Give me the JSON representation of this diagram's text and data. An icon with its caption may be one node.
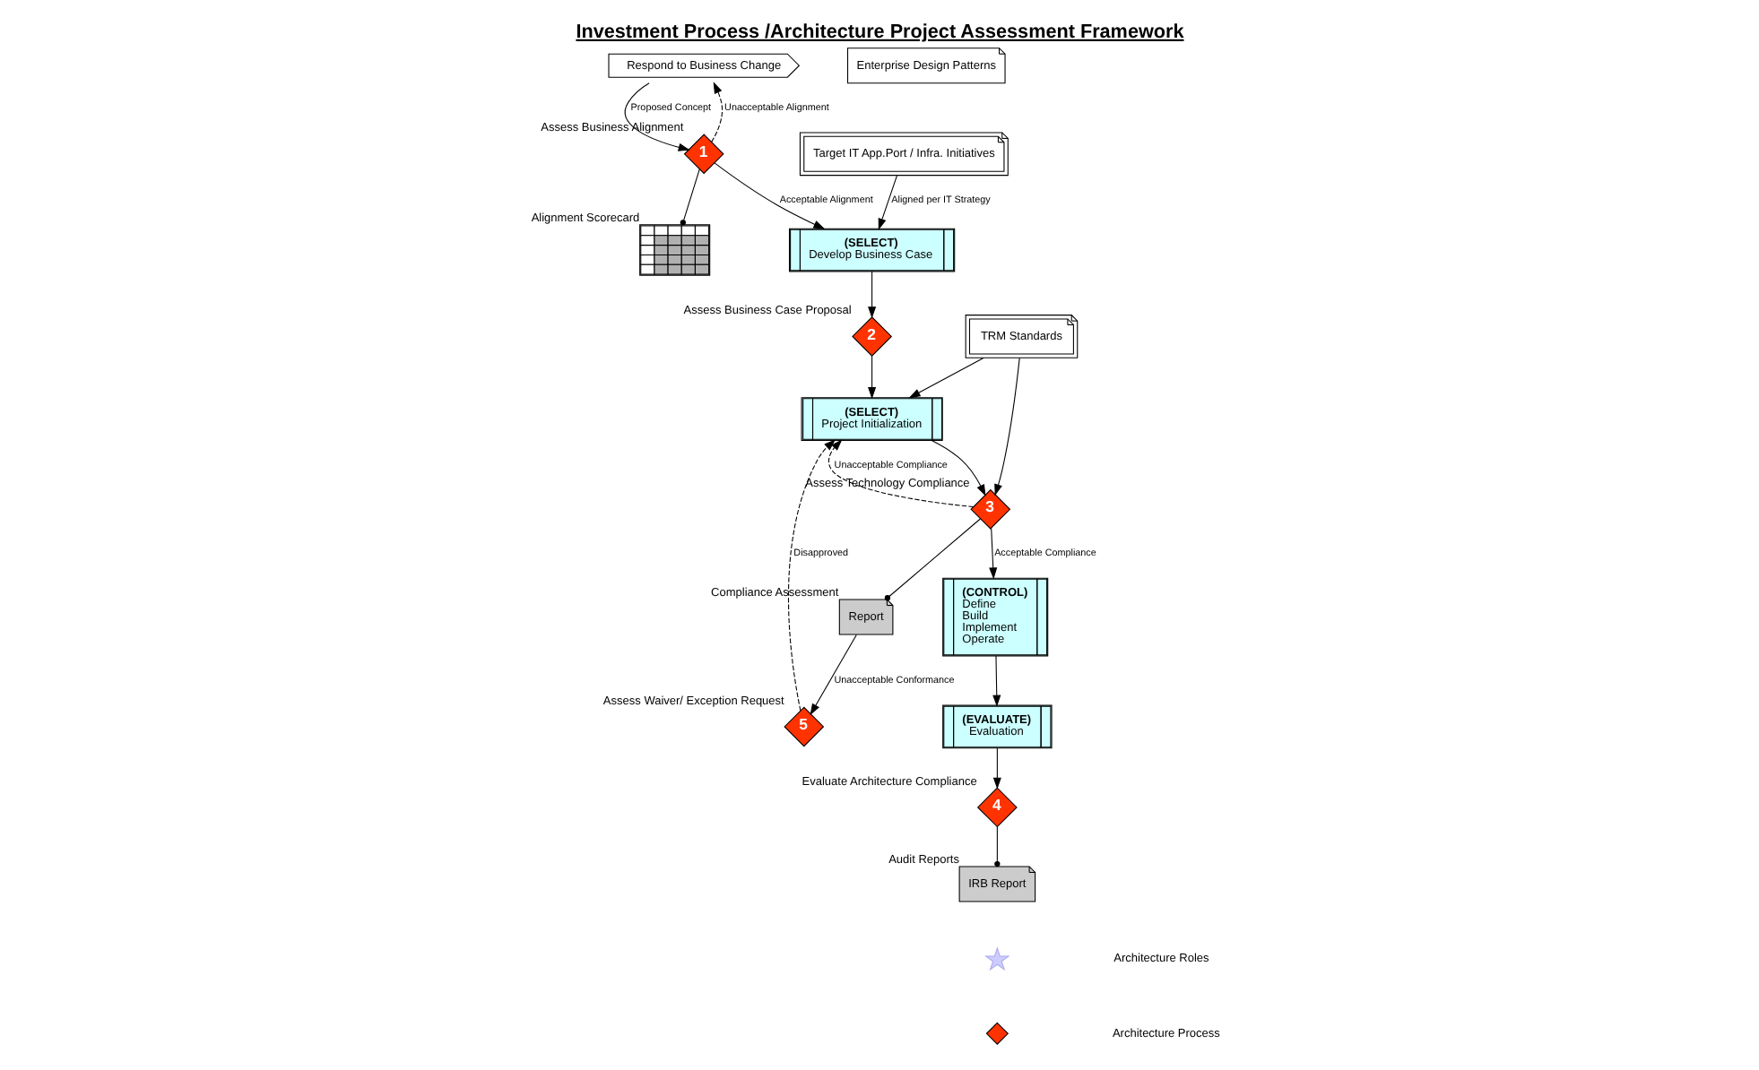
{
  "diagram": {
    "title": "Investment Process /Architecture Project Assessment Framework",
    "nodes": [
      {
        "text": [
          "Respond to Business Change"
        ]
      },
      {
        "text": [
          "1"
        ],
        "beside": [
          "Assess Business Alignment"
        ]
      },
      {
        "text": [],
        "shape": "box",
        "beside": [
          "Alignment Scorecard"
        ]
      },
      {
        "text": [
          "(SELECT)",
          "Develop Business Case"
        ]
      },
      {
        "text": [
          "Target IT App.Port / Infra. Initiatives"
        ]
      },
      {
        "text": [
          "2"
        ],
        "beside": [
          "Assess Business Case Proposal"
        ]
      },
      {
        "text": [
          "Enterprise Design Patterns"
        ]
      },
      {
        "text": [
          "(SELECT)",
          "Project Initialization"
        ]
      },
      {
        "text": [
          "TRM Standards"
        ]
      },
      {
        "text": [
          "3"
        ],
        "beside": [
          "Assess Technology Compliance"
        ]
      },
      {
        "text": [
          "(CONTROL)",
          "Define",
          "Build",
          "Implement",
          "Operate"
        ]
      },
      {
        "text": [
          "Report"
        ],
        "beside": [
          "Compliance Assessment"
        ]
      },
      {
        "text": [
          "(EVALUATE)",
          "Evaluation"
        ]
      },
      {
        "text": [
          "4"
        ],
        "beside": [
          "Evaluate Architecture Compliance"
        ]
      },
      {
        "text": [
          "IRB Report"
        ],
        "beside": [
          "Audit Reports"
        ]
      },
      {
        "text": [
          "5"
        ],
        "beside": [
          "Assess Waiver/ Exception Request"
        ]
      }
    ],
    "edges": [
      {
        "from": 0,
        "to": 1,
        "arrow": "to",
        "label": "Proposed Concept"
      },
      {
        "from": 1,
        "to": 0,
        "arrow": "to",
        "label": "Unacceptable Alignment",
        "style": "dashed"
      },
      {
        "from": 1,
        "to": 3,
        "arrow": "to",
        "label": "Acceptable Alignment"
      },
      {
        "from": 1,
        "to": 2,
        "arrow": "other"
      },
      {
        "from": 4,
        "to": 3,
        "arrow": "to",
        "label": "Aligned per IT Strategy"
      },
      {
        "from": 3,
        "to": 5,
        "arrow": "to"
      },
      {
        "from": 5,
        "to": 7,
        "arrow": "to"
      },
      {
        "from": 8,
        "to": 7,
        "arrow": "to"
      },
      {
        "from": 8,
        "to": 9,
        "arrow": "to"
      },
      {
        "from": 7,
        "to": 9,
        "arrow": "to"
      },
      {
        "from": 9,
        "to": 10,
        "arrow": "to",
        "label": "Acceptable Compliance"
      },
      {
        "from": 9,
        "to": 7,
        "arrow": "to",
        "label": "Unacceptable Compliance",
        "style": "dashed"
      },
      {
        "from": 9,
        "to": 11,
        "arrow": "other"
      },
      {
        "from": 10,
        "to": 12,
        "arrow": "to"
      },
      {
        "from": 12,
        "to": 13,
        "arrow": "to"
      },
      {
        "from": 13,
        "to": 14,
        "arrow": "other"
      },
      {
        "from": 11,
        "to": 15,
        "arrow": "to",
        "label": "Unacceptable Conformance"
      },
      {
        "from": 15,
        "to": 7,
        "arrow": "to",
        "label": "Disapproved",
        "style": "dashed"
      }
    ],
    "legend": [
      {
        "text": "Architecture Roles"
      },
      {
        "text": "Architecture Process"
      }
    ]
  }
}
